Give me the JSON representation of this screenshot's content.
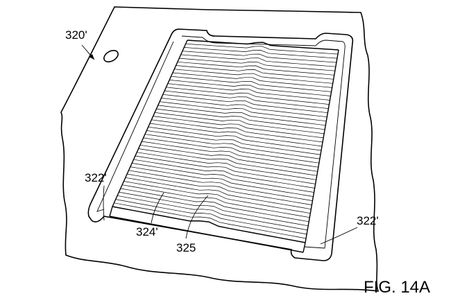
{
  "figure": {
    "title": "FIG. 14A",
    "labels": {
      "sheet": "320'",
      "channel_left": "322'",
      "channel_right": "322'",
      "ribbed_body": "324'",
      "center_ridge": "325"
    }
  }
}
